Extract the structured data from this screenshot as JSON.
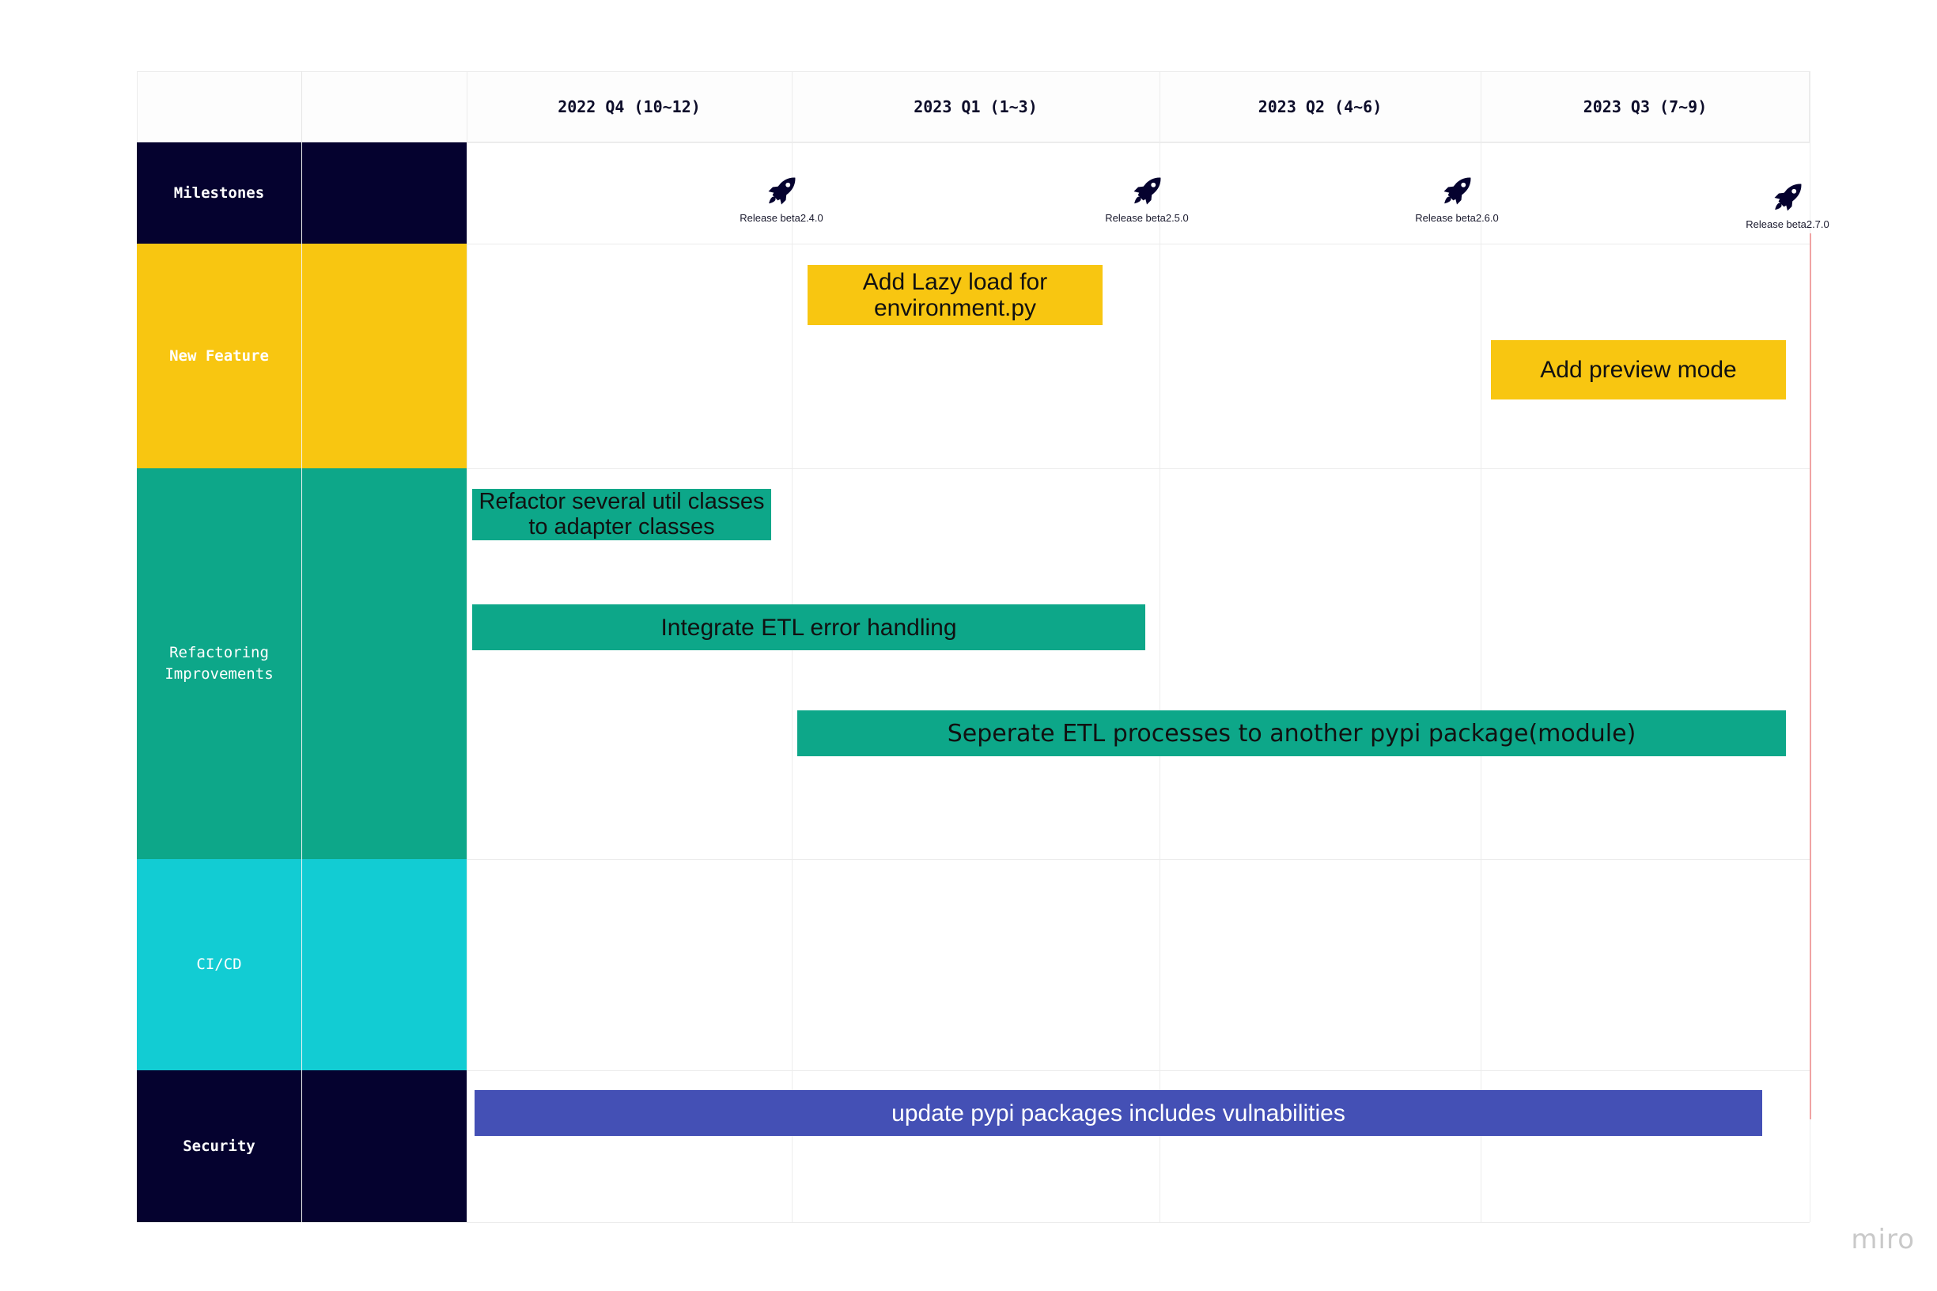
{
  "quarters": [
    {
      "label": "2022 Q4 (10~12)"
    },
    {
      "label": "2023 Q1 (1~3)"
    },
    {
      "label": "2023 Q2 (4~6)"
    },
    {
      "label": "2023 Q3 (7~9)"
    }
  ],
  "lanes": [
    {
      "label": "Milestones",
      "color": "#05022f"
    },
    {
      "label": "New Feature",
      "color": "#f8c611"
    },
    {
      "label": "Refactoring\nImprovements",
      "color": "#0da789"
    },
    {
      "label": "CI/CD",
      "color": "#12ccd3"
    },
    {
      "label": "Security",
      "color": "#05022f"
    }
  ],
  "milestones": [
    {
      "label": "Release beta2.4.0",
      "icon": "rocket-icon"
    },
    {
      "label": "Release beta2.5.0",
      "icon": "rocket-icon"
    },
    {
      "label": "Release beta2.6.0",
      "icon": "rocket-icon"
    },
    {
      "label": "Release beta2.7.0",
      "icon": "rocket-icon"
    }
  ],
  "tasks": [
    {
      "label": "Add Lazy load for environment.py",
      "lane": "New Feature",
      "color": "#f8c611",
      "text_color": "#111111"
    },
    {
      "label": "Add preview mode",
      "lane": "New Feature",
      "color": "#f8c611",
      "text_color": "#111111"
    },
    {
      "label": "Refactor several util classes to adapter classes",
      "lane": "Refactoring Improvements",
      "color": "#0da789",
      "text_color": "#111111"
    },
    {
      "label": "Integrate ETL error handling",
      "lane": "Refactoring Improvements",
      "color": "#0da789",
      "text_color": "#111111"
    },
    {
      "label": "Seperate ETL processes to another pypi package(module)",
      "lane": "Refactoring Improvements",
      "color": "#0da789",
      "text_color": "#111111"
    },
    {
      "label": "update pypi packages includes vulnabilities",
      "lane": "Security",
      "color": "#4450b5",
      "text_color": "#ffffff"
    }
  ],
  "today_marker_color": "#f0a3a3",
  "brand": {
    "wordmark": "miro"
  }
}
